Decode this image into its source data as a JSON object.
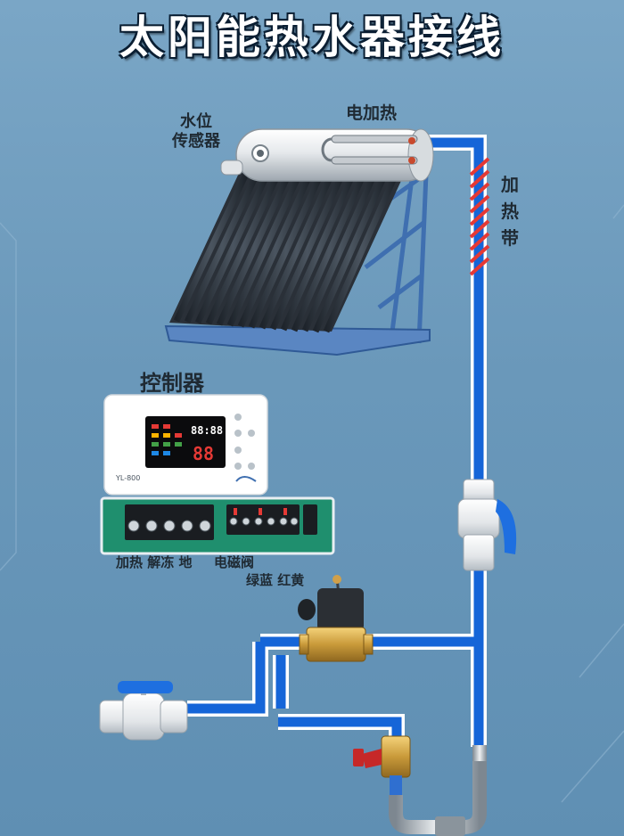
{
  "title": "太阳能热水器接线",
  "labels": {
    "water_level_sensor": "水位\n传感器",
    "electric_heating": "电加热",
    "heating_belt": "加\n热\n带",
    "controller": "控制器",
    "terminal_left": "加热 解冻 地",
    "terminal_right": "电磁阀",
    "wire_colors": "绿蓝 红黄"
  },
  "controller": {
    "model": "YL-800",
    "display_top": "88:88",
    "display_bottom": "88"
  },
  "colors": {
    "pipe": "#1565d8",
    "pipe_outline": "#ffffff",
    "heat_belt": "#e53935",
    "background": "#6f9bbd"
  },
  "icons": [
    "solar-water-heater-icon",
    "electric-heater-icon",
    "controller-icon",
    "terminal-block-icon",
    "solenoid-valve-icon",
    "ball-valve-icon",
    "safety-valve-icon"
  ]
}
